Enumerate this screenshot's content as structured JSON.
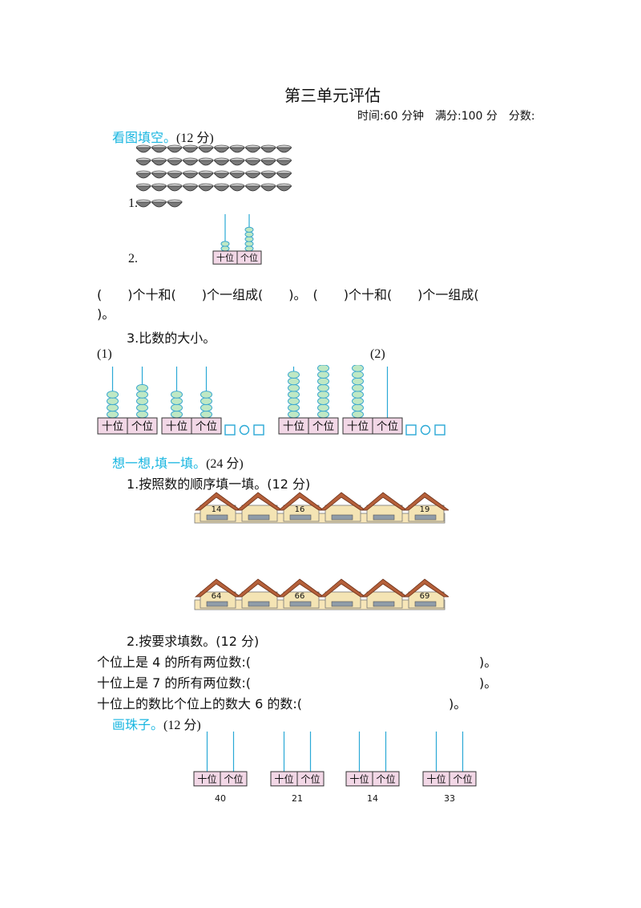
{
  "title": "第三单元评估",
  "meta": "时间:60 分钟　满分:100 分　分数:",
  "sections": {
    "one": {
      "title": "看图填空。",
      "points": "(12 分)"
    },
    "two": {
      "title": "想一想,填一填。",
      "points": "(24 分)"
    },
    "three": {
      "title": "画珠子。",
      "points": "(12 分)"
    }
  },
  "q1": {
    "item1": "1.",
    "item2": "2.",
    "fill_line": "(　　)个十和(　　)个一组成(　　)。　(　　)个十和(　　)个一组成(",
    "fill_line_end": ")。",
    "item3": "3.比数的大小。",
    "part1": "(1)",
    "part2": "(2)"
  },
  "q2": {
    "item1": "1.按照数的顺序填一填。(12 分)",
    "row1_numbers": [
      "14",
      "",
      "16",
      "",
      "",
      "19"
    ],
    "row2_numbers": [
      "64",
      "",
      "66",
      "",
      "",
      "69"
    ],
    "item2": "2.按要求填数。(12 分)",
    "line1": "个位上是 4 的所有两位数:(",
    "line2": "十位上是 7 的所有两位数:(",
    "line3": "十位上的数比个位上的数大 6 的数:(",
    "close": ")。"
  },
  "abacus": {
    "tens": "十位",
    "ones": "个位"
  },
  "q3": {
    "numbers": [
      "40",
      "21",
      "14",
      "33"
    ]
  }
}
